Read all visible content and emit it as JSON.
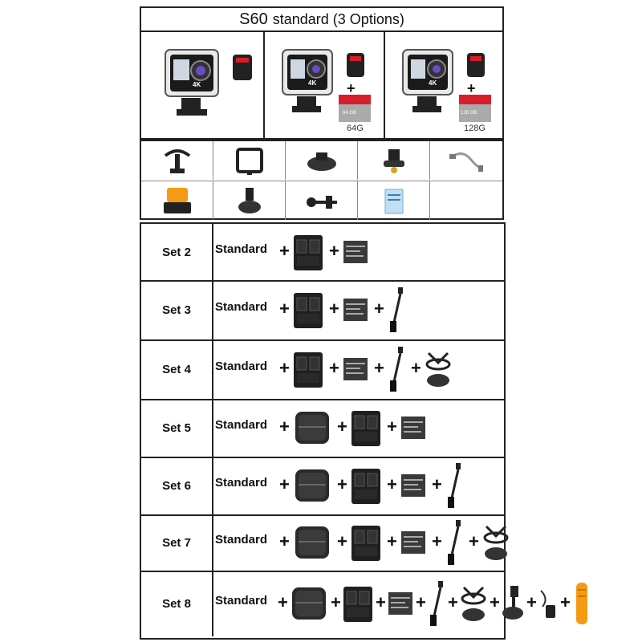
{
  "header": {
    "title_main": "S60",
    "title_rest": "standard  (3 Options)"
  },
  "options": [
    {
      "camera_label": "4K",
      "sd_label": ""
    },
    {
      "camera_label": "4K",
      "sd_label": "64G",
      "sd_card_text": "64 GB"
    },
    {
      "camera_label": "4K",
      "sd_label": "128G",
      "sd_card_text": "128 GB"
    }
  ],
  "accessories": [
    {
      "icon": "handlebar-mount-icon"
    },
    {
      "icon": "frame-housing-icon"
    },
    {
      "icon": "curved-adhesive-mount-icon"
    },
    {
      "icon": "tripod-adapter-icon"
    },
    {
      "icon": "usb-cable-icon"
    },
    {
      "icon": "quick-release-buckle-icon"
    },
    {
      "icon": "j-hook-mount-icon"
    },
    {
      "icon": "screw-rod-icon"
    },
    {
      "icon": "manual-card-icon"
    }
  ],
  "sets": [
    {
      "label": "Set 2",
      "standard": "Standard",
      "items": [
        "charger",
        "battery"
      ]
    },
    {
      "label": "Set 3",
      "standard": "Standard",
      "items": [
        "charger",
        "battery",
        "selfie-stick"
      ]
    },
    {
      "label": "Set 4",
      "standard": "Standard",
      "items": [
        "charger",
        "battery",
        "selfie-stick",
        "chest-strap"
      ]
    },
    {
      "label": "Set 5",
      "standard": "Standard",
      "items": [
        "case",
        "charger",
        "battery"
      ]
    },
    {
      "label": "Set 6",
      "standard": "Standard",
      "items": [
        "case",
        "charger",
        "battery",
        "selfie-stick"
      ]
    },
    {
      "label": "Set 7",
      "standard": "Standard",
      "items": [
        "case",
        "charger",
        "battery",
        "selfie-stick",
        "chest-strap"
      ]
    },
    {
      "label": "Set 8",
      "standard": "Standard",
      "items": [
        "case",
        "charger",
        "battery",
        "selfie-stick",
        "chest-strap",
        "suction-cup",
        "car-charger",
        "floating-grip"
      ]
    }
  ],
  "plus_symbol": "+",
  "colors": {
    "border": "#222222",
    "camera": "#1a1a1a",
    "sd_red": "#d81e2a",
    "float_orange": "#f59a12"
  }
}
